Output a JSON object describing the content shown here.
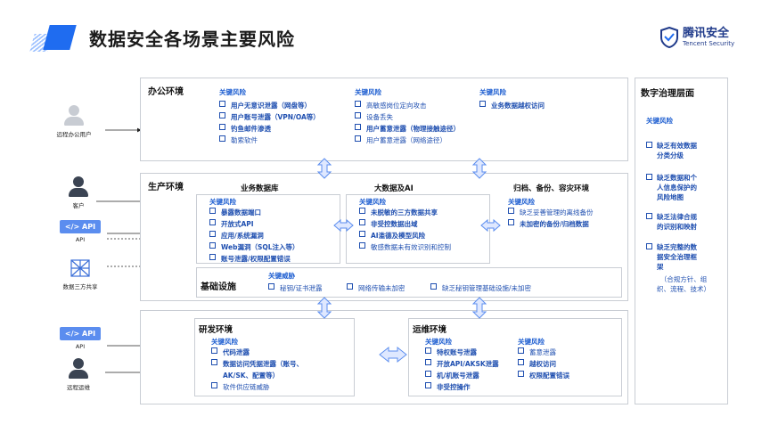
{
  "title": "数据安全各场景主要风险",
  "brand": {
    "name": "腾讯安全",
    "sub": "Tencent Security"
  },
  "actors": {
    "remote_office": "远程办公用户",
    "customer": "客户",
    "api1_badge": "</> API",
    "api1_label": "API",
    "third_party": "数据三方共享",
    "api2_badge": "</> API",
    "api2_label": "API",
    "remote_ops": "远程运维"
  },
  "office": {
    "title": "办公环境",
    "col1": {
      "kr": "关键风险",
      "items": [
        "用户无意识泄露（网盘等）",
        "用户账号泄露（VPN/OA等）",
        "钓鱼邮件渗透",
        "勒索软件"
      ]
    },
    "col2": {
      "kr": "关键风险",
      "items": [
        "高敏感岗位定向攻击",
        "设备丢失",
        "用户蓄意泄露（物理接触途径）",
        "用户蓄意泄露（网络途径）"
      ]
    },
    "col3": {
      "kr": "关键风险",
      "items": [
        "业务数据越权访问"
      ]
    }
  },
  "production": {
    "title": "生产环境",
    "biz": {
      "title": "业务数据库",
      "kr": "关键风险",
      "items": [
        "暴露数据端口",
        "开放式API",
        "应用/系统漏洞",
        "Web漏洞（SQL注入等）",
        "账号泄露/权限配置错误"
      ]
    },
    "bigdata": {
      "title": "大数据及AI",
      "kr": "关键风险",
      "items": [
        "未脱敏的三方数据共享",
        "非受控数据出域",
        "AI滥德及模型风险",
        "敏感数据未有效识别和控制"
      ]
    },
    "archive": {
      "title": "归档、备份、容灾环境",
      "kr": "关键风险",
      "items": [
        "缺乏妥善管理的离线备份",
        "未加密的备份/归档数据"
      ]
    }
  },
  "infra": {
    "title": "基础设施",
    "kr": "关键威胁",
    "items": [
      "秘钥/证书泄露",
      "网络传输未加密",
      "缺乏秘钥管理基础设施/未加密"
    ]
  },
  "dev": {
    "title": "研发环境",
    "kr": "关键风险",
    "items": [
      "代码泄露",
      "数据访问凭据泄露（账号、",
      "AK/SK、配置等）",
      "软件供应链威胁"
    ]
  },
  "ops": {
    "title": "运维环境",
    "col1": {
      "kr": "关键风险",
      "items": [
        "特权账号泄露",
        "开放API/AKSK泄露",
        "机/机账号泄露",
        "非受控操作"
      ]
    },
    "col2": {
      "kr": "关键风险",
      "items": [
        "蓄意泄露",
        "越权访问",
        "权限配置错误"
      ]
    }
  },
  "governance": {
    "title": "数字治理层面",
    "kr": "关键风险",
    "items": [
      "缺乏有效数据",
      "分类分级",
      "缺乏数据和个",
      "人信息保护的",
      "风险地图",
      "缺乏法律合规",
      "的识别和映射",
      "缺乏完整的数",
      "据安全治理框",
      "架"
    ],
    "note": [
      "（合规方针、组",
      "织、流程、技术）"
    ]
  },
  "colors": {
    "accent": "#1f6cf0",
    "risk_text": "#1f4fb0",
    "arrow": "#5b8def"
  }
}
